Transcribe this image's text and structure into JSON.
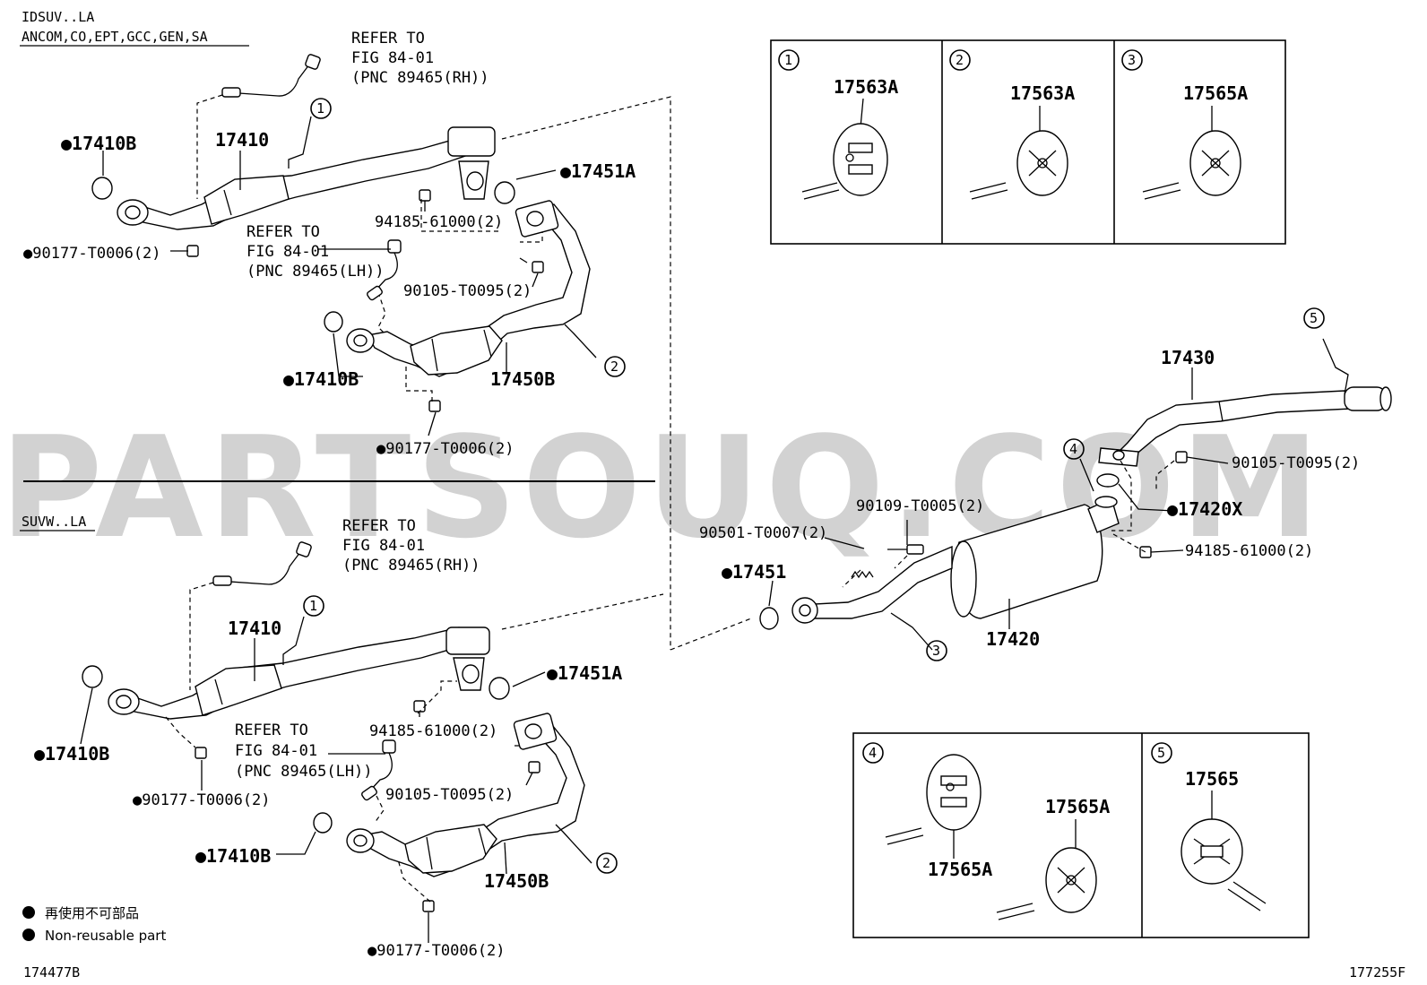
{
  "watermark": "PARTSOUQ.COM",
  "header": {
    "model_line1": "IDSUV..LA",
    "model_line2": "ANCOM,CO,EPT,GCC,GEN,SA",
    "section_b": "SUVW..LA"
  },
  "refer": {
    "top_rh": [
      "REFER TO",
      "FIG 84-01",
      "(PNC 89465(RH))"
    ],
    "top_lh": [
      "REFER TO",
      "FIG 84-01",
      "(PNC 89465(LH))"
    ],
    "bot_rh": [
      "REFER TO",
      "FIG 84-01",
      "(PNC 89465(RH))"
    ],
    "bot_lh": [
      "REFER TO",
      "FIG 84-01",
      "(PNC 89465(LH))"
    ]
  },
  "parts_top": {
    "p17410": "17410",
    "p17410B_a": "●17410B",
    "p90177_a": "●90177-T0006(2)",
    "p17451A": "●17451A",
    "p94185": "94185-61000(2)",
    "p90105": "90105-T0095(2)",
    "p17410B_b": "●17410B",
    "p17450B": "17450B",
    "p90177_b": "●90177-T0006(2)"
  },
  "parts_bottom": {
    "p17410": "17410",
    "p17410B_a": "●17410B",
    "p90177_a": "●90177-T0006(2)",
    "p17451A": "●17451A",
    "p94185": "94185-61000(2)",
    "p90105": "90105-T0095(2)",
    "p17410B_b": "●17410B",
    "p17450B": "17450B",
    "p90177_b": "●90177-T0006(2)"
  },
  "parts_right": {
    "p17430": "17430",
    "p90105": "90105-T0095(2)",
    "p17420X": "●17420X",
    "p94185": "94185-61000(2)",
    "p90109": "90109-T0005(2)",
    "p90501": "90501-T0007(2)",
    "p17451": "●17451",
    "p17420": "17420"
  },
  "callouts": [
    "1",
    "2",
    "3",
    "4",
    "5"
  ],
  "detail_boxes": {
    "c1": "17563A",
    "c2": "17563A",
    "c3": "17565A",
    "c4a": "17565A",
    "c4b": "17565A",
    "c5": "17565"
  },
  "legend": {
    "line1": "再使用不可部品",
    "line2": "Non-reusable part"
  },
  "codes": {
    "left": "174477B",
    "right": "177255F"
  }
}
